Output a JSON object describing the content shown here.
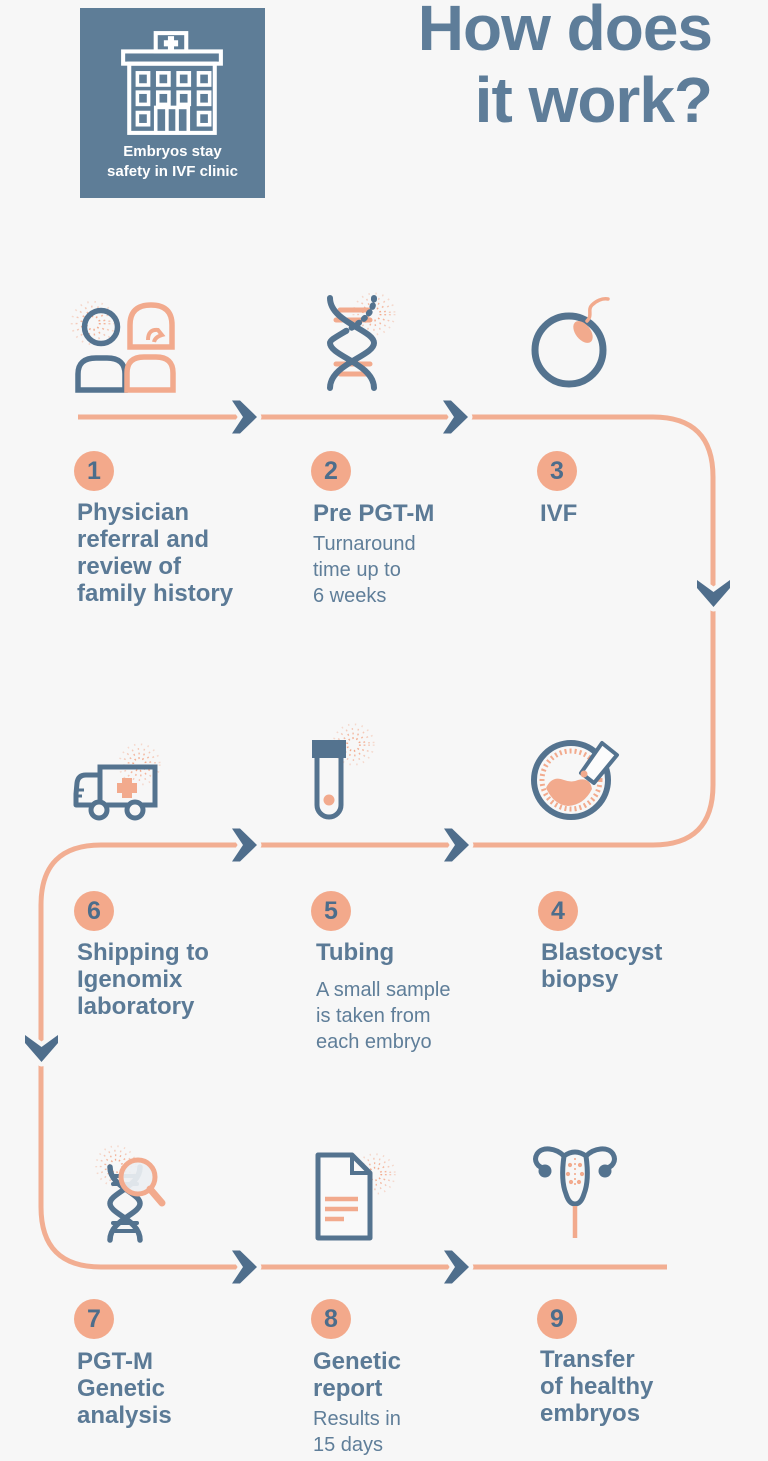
{
  "colors": {
    "background": "#F7F7F7",
    "blue": "#56748F",
    "chevron_blue": "#4F6E8C",
    "peach": "#F2AA8D",
    "line_peach": "#F2AE92",
    "badge_background": "#5E7D97",
    "title_blue": "#5E7D99",
    "number_text": "#4D6D8B"
  },
  "header": {
    "badge": {
      "icon": "hospital-icon",
      "label": "Embryos stay\nsafety in IVF clinic"
    },
    "title": "How does\nit work?"
  },
  "timeline": {
    "arrow_icon": "flow-arrow-icon",
    "direction_note": "snaking path: row1 left-to-right, down, row2, down, row3"
  },
  "steps": [
    {
      "number": "1",
      "title": "Physician\nreferral and\nreview of\nfamily history",
      "subtitle": "",
      "icon": "couple-icon"
    },
    {
      "number": "2",
      "title": "Pre PGT-M",
      "subtitle": "Turnaround\ntime up to\n6 weeks",
      "icon": "dna-icon"
    },
    {
      "number": "3",
      "title": "IVF",
      "subtitle": "",
      "icon": "fertilization-icon"
    },
    {
      "number": "4",
      "title": "Blastocyst\nbiopsy",
      "subtitle": "",
      "icon": "blastocyst-biopsy-icon"
    },
    {
      "number": "5",
      "title": "Tubing",
      "subtitle": "A small sample\nis taken from\neach embryo",
      "icon": "test-tube-icon"
    },
    {
      "number": "6",
      "title": "Shipping to\nIgenomix\nlaboratory",
      "subtitle": "",
      "icon": "shipping-truck-icon"
    },
    {
      "number": "7",
      "title": "PGT-M\nGenetic\nanalysis",
      "subtitle": "",
      "icon": "dna-magnifier-icon"
    },
    {
      "number": "8",
      "title": "Genetic\nreport",
      "subtitle": "Results in\n15 days",
      "icon": "genetic-report-icon"
    },
    {
      "number": "9",
      "title": "Transfer\nof healthy\nembryos",
      "subtitle": "",
      "icon": "uterus-icon"
    }
  ]
}
